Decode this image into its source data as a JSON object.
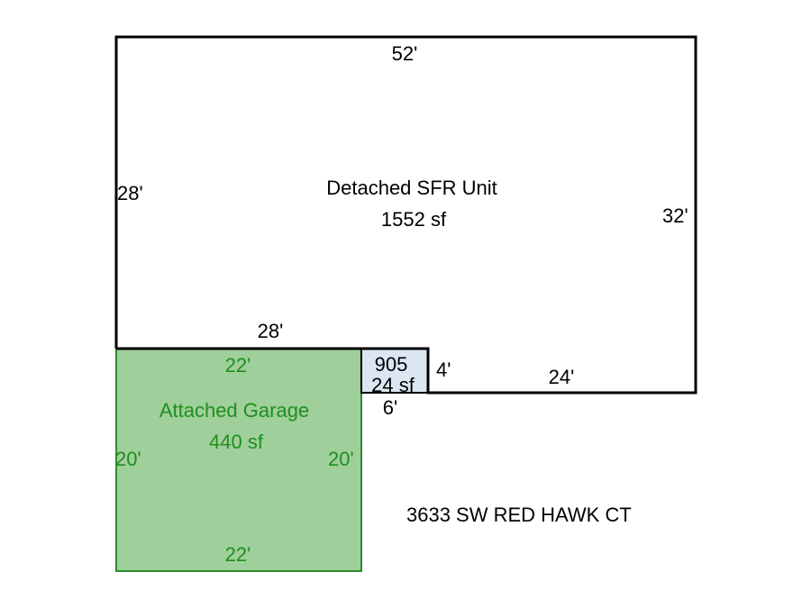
{
  "house": {
    "name": "Detached SFR Unit",
    "area": "1552 sf",
    "dims": {
      "top": "52'",
      "left": "28'",
      "right": "32'",
      "inner_bottom": "28'",
      "right_bottom": "24'",
      "step": "4'"
    }
  },
  "garage": {
    "name": "Attached Garage",
    "area": "440 sf",
    "dims": {
      "top": "22'",
      "left": "20'",
      "right": "20'",
      "bottom": "22'"
    }
  },
  "small_area": {
    "code": "905",
    "area": "24 sf",
    "dims": {
      "bottom": "6'"
    }
  },
  "address": "3633 SW RED HAWK CT",
  "colors": {
    "outline": "#000000",
    "garage_fill": "#9fcf9a",
    "garage_stroke": "#2e8b2e",
    "garage_text": "#1f8f1f",
    "small_fill": "#dce6f2"
  }
}
